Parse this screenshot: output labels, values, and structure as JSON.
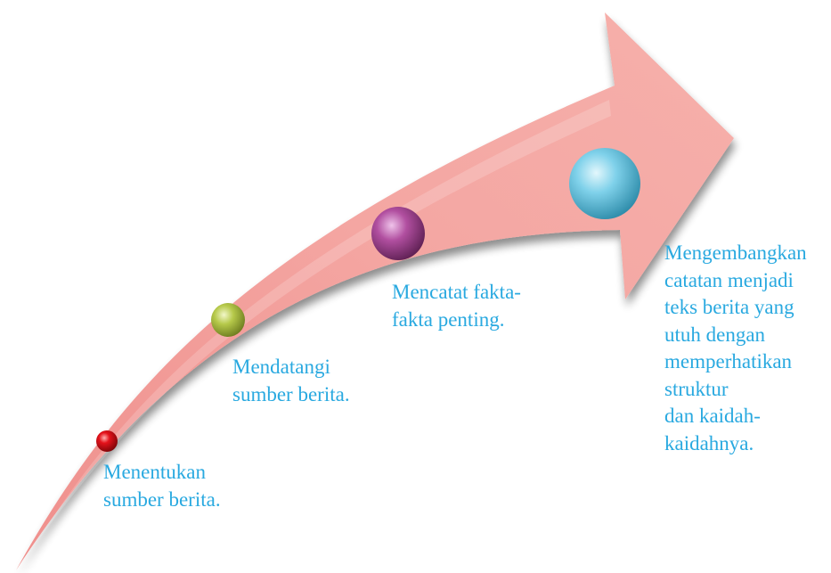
{
  "steps": [
    {
      "text_lines": [
        "Menentukan",
        "sumber berita."
      ],
      "color": "#e4121b"
    },
    {
      "text_lines": [
        "Mendatangi",
        "sumber berita."
      ],
      "color": "#b6c94a"
    },
    {
      "text_lines": [
        "Mencatat fakta-",
        "fakta penting."
      ],
      "color": "#b14fa0"
    },
    {
      "text_lines": [
        "Mengembangkan",
        "catatan menjadi",
        "teks berita yang",
        "utuh dengan",
        "memperhatikan",
        "struktur",
        "dan kaidah-",
        "kaidahnya."
      ],
      "color": "#57c2e0"
    }
  ],
  "colors": {
    "arrow": "#f4a3a0",
    "arrow_shadow": "#c76b6b",
    "text": "#29a9e0"
  }
}
